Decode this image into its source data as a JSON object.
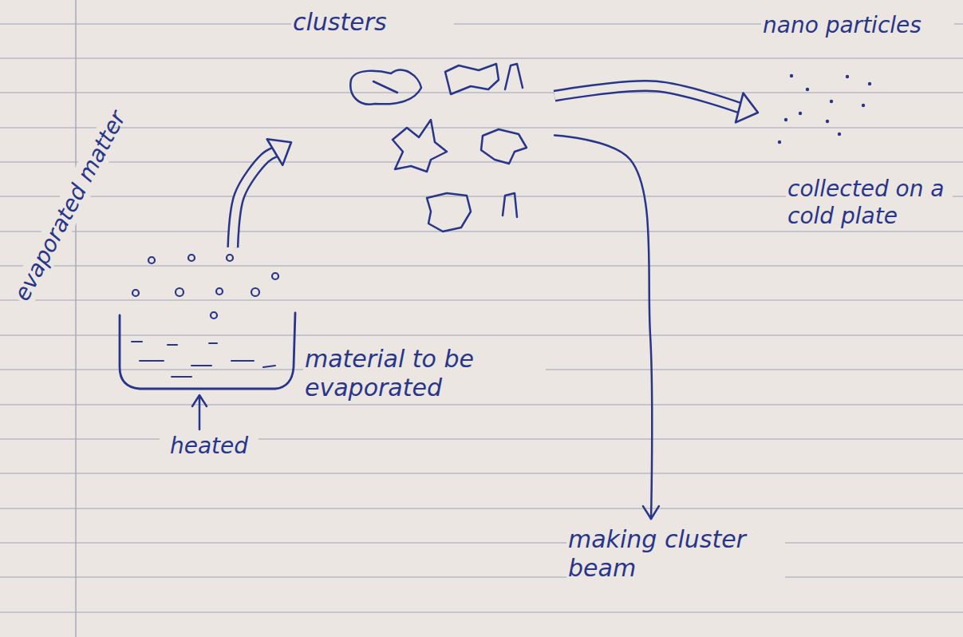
{
  "diagram": {
    "nodes": [
      {
        "text": [
          "material to be evaporated"
        ]
      },
      {
        "text": [
          "clusters"
        ]
      },
      {
        "text": [
          "nano particles",
          "collected on a cold plate"
        ]
      },
      {
        "text": [
          "making cluster beam"
        ]
      }
    ],
    "edges": [
      {
        "from": 0,
        "to": 1,
        "arrow": "to"
      },
      {
        "from": 1,
        "to": 2,
        "arrow": "to"
      },
      {
        "from": 1,
        "to": 3,
        "arrow": "to"
      }
    ],
    "labels": [
      "evaporated matter",
      "heated"
    ]
  }
}
